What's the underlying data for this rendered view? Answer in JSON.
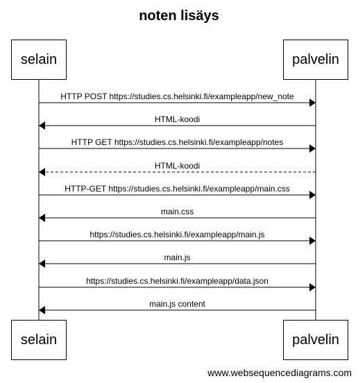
{
  "title": "noten lisäys",
  "participants": {
    "left": "selain",
    "right": "palvelin"
  },
  "messages": [
    {
      "text": "HTTP POST https://studies.cs.helsinki.fi/exampleapp/new_note",
      "dir": "right",
      "dashed": false
    },
    {
      "text": "HTML-koodi",
      "dir": "left",
      "dashed": false
    },
    {
      "text": "HTTP GET https://studies.cs.helsinki.fi/exampleapp/notes",
      "dir": "right",
      "dashed": false
    },
    {
      "text": "HTML-koodi",
      "dir": "left",
      "dashed": true
    },
    {
      "text": "HTTP-GET https://studies.cs.helsinki.fi/exampleapp/main.css",
      "dir": "right",
      "dashed": false
    },
    {
      "text": "main.css",
      "dir": "left",
      "dashed": false
    },
    {
      "text": "https://studies.cs.helsinki.fi/exampleapp/main.js",
      "dir": "right",
      "dashed": false
    },
    {
      "text": "main.js",
      "dir": "left",
      "dashed": false
    },
    {
      "text": "https://studies.cs.helsinki.fi/exampleapp/data.json",
      "dir": "right",
      "dashed": false
    },
    {
      "text": "main.js content",
      "dir": "left",
      "dashed": false
    }
  ],
  "watermark": "www.websequencediagrams.com"
}
